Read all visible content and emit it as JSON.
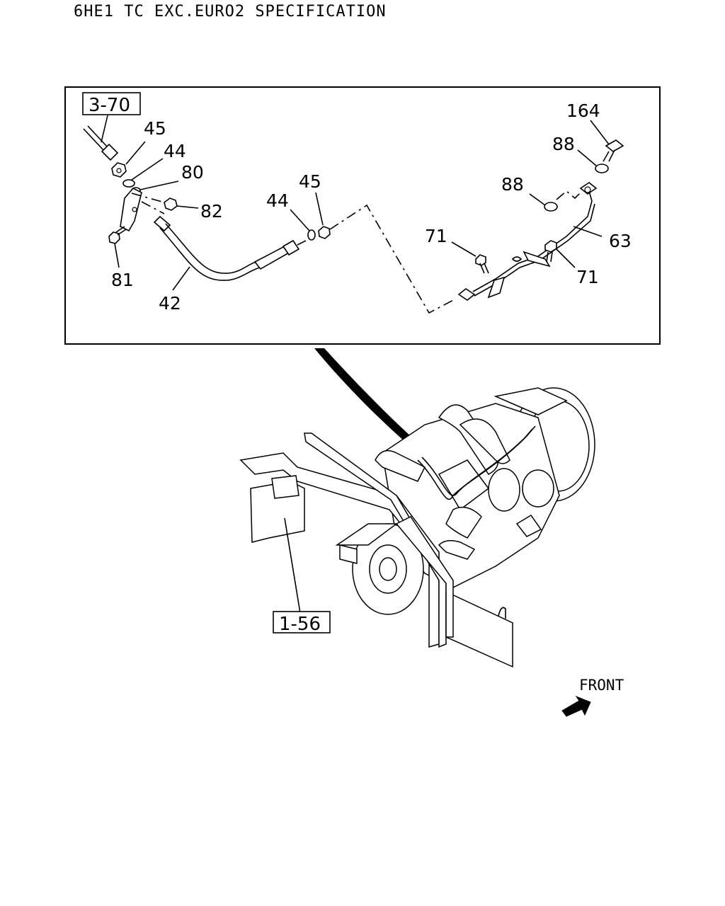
{
  "title": "6HE1 TC EXC.EURO2 SPECIFICATION",
  "refs": {
    "top_left": "3-70",
    "bottom": "1-56"
  },
  "callouts": {
    "c45a": "45",
    "c44a": "44",
    "c80": "80",
    "c82": "82",
    "c81": "81",
    "c42": "42",
    "c44b": "44",
    "c45b": "45",
    "c71a": "71",
    "c71b": "71",
    "c63": "63",
    "c88a": "88",
    "c88b": "88",
    "c164": "164"
  },
  "front_label": "FRONT"
}
